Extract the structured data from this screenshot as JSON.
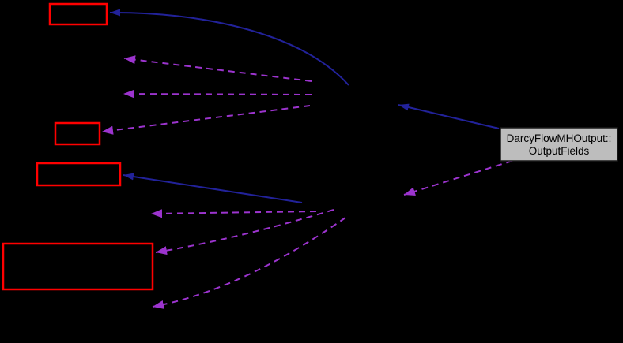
{
  "diagram": {
    "kind": "collaboration-graph",
    "background_color": "#000000",
    "main_node": {
      "label_line1": "DarcyFlowMHOutput::",
      "label_line2": "OutputFields",
      "fill_color": "#BDBDBD",
      "border_color": "#1A1A1A",
      "text_color": "#000000"
    },
    "truncated_nodes": [
      {
        "id": "top-left-box",
        "label": ""
      },
      {
        "id": "middle-left-box",
        "label": ""
      },
      {
        "id": "lower-left-box",
        "label": ""
      },
      {
        "id": "bottom-left-large-box",
        "label": ""
      }
    ],
    "edge_styles": {
      "solid_edge_color": "#22229A",
      "dashed_edge_color": "#9C34CE",
      "truncated_node_border_color": "#FF0000",
      "solid_edge_count": 3,
      "dashed_edge_count": 7
    }
  }
}
